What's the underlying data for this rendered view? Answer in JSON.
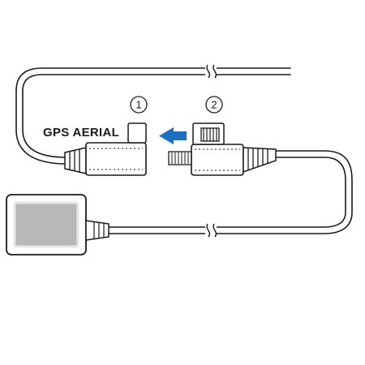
{
  "labels": {
    "aerial": "GPS AERIAL",
    "step1": "1",
    "step2": "2"
  },
  "colors": {
    "line": "#1a1a1a",
    "arrow": "#1e6fc0",
    "pad_fill": "#b8b8b8",
    "pad_border": "#e6e6e6",
    "background": "#ffffff"
  },
  "icons": {
    "direction": "arrow-left-icon"
  }
}
